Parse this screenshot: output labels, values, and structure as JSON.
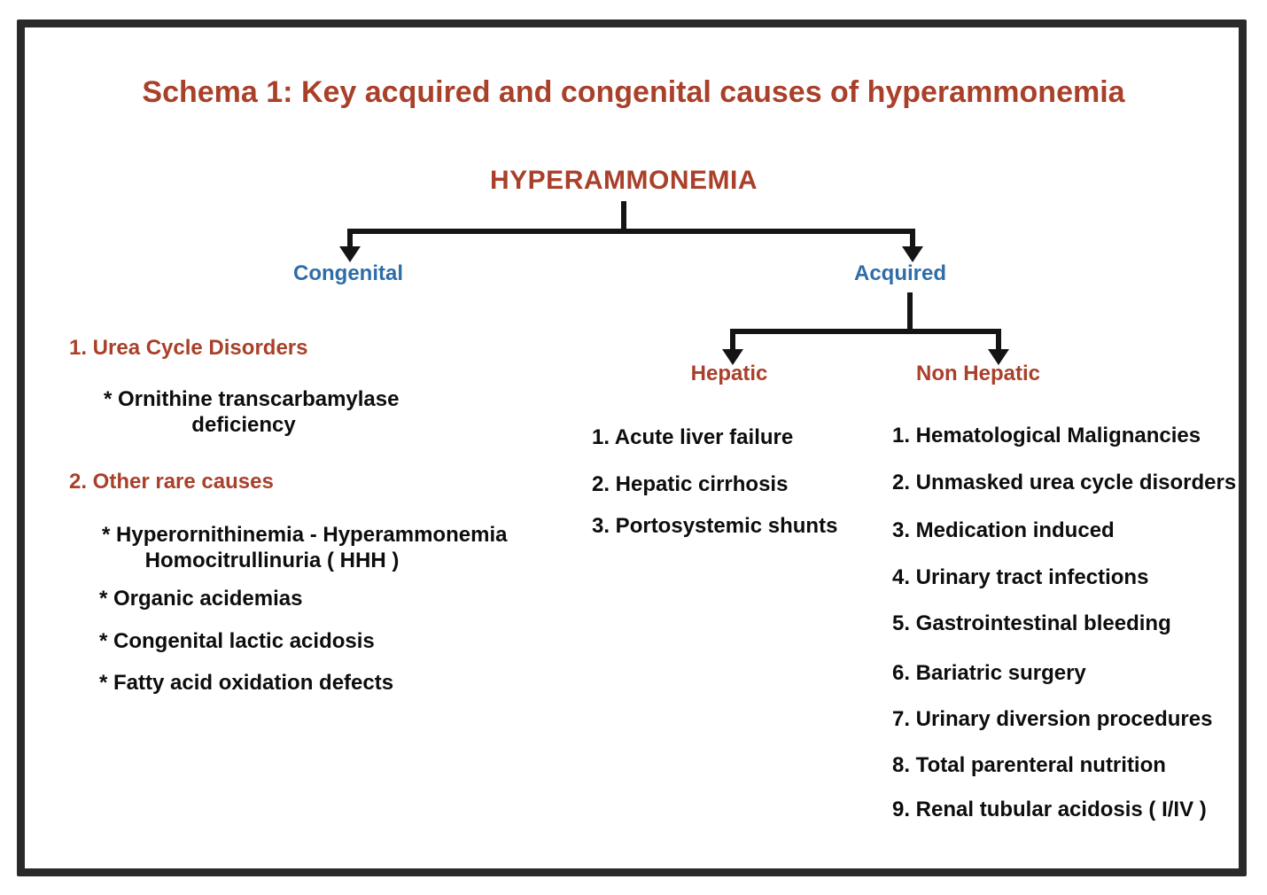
{
  "title": "Schema 1: Key acquired and congenital causes of hyperammonemia",
  "tree": {
    "root_label": "HYPERAMMONEMIA",
    "level1_left_label": "Congenital",
    "level1_right_label": "Acquired",
    "level2_left_label": "Hepatic",
    "level2_right_label": "Non Hepatic"
  },
  "congenital": {
    "groups": [
      {
        "heading": "1. Urea Cycle Disorders",
        "item_line1": "* Ornithine transcarbamylase",
        "item_line2": "deficiency"
      },
      {
        "heading": "2. Other rare causes",
        "item1_line1": "* Hyperornithinemia - Hyperammonemia",
        "item1_line2": "Homocitrullinuria ( HHH )",
        "item2": "* Organic acidemias",
        "item3": "* Congenital lactic acidosis",
        "item4": "* Fatty acid oxidation defects"
      }
    ]
  },
  "hepatic": {
    "items": [
      "1. Acute liver failure",
      "2. Hepatic cirrhosis",
      "3. Portosystemic shunts"
    ]
  },
  "non_hepatic": {
    "items": [
      "1. Hematological Malignancies",
      "2. Unmasked urea cycle disorders",
      "3. Medication induced",
      "4. Urinary tract infections",
      "5. Gastrointestinal bleeding",
      "6. Bariatric surgery",
      "7. Urinary diversion procedures",
      "8. Total parenteral nutrition",
      "9. Renal tubular acidosis ( I/IV )"
    ]
  },
  "colors": {
    "heading_red": "#A9402A",
    "branch_blue": "#2F6DA8",
    "text_black": "#0d0d0d",
    "line_color": "#141414",
    "border_color": "#2a2a2a",
    "background": "#ffffff"
  }
}
